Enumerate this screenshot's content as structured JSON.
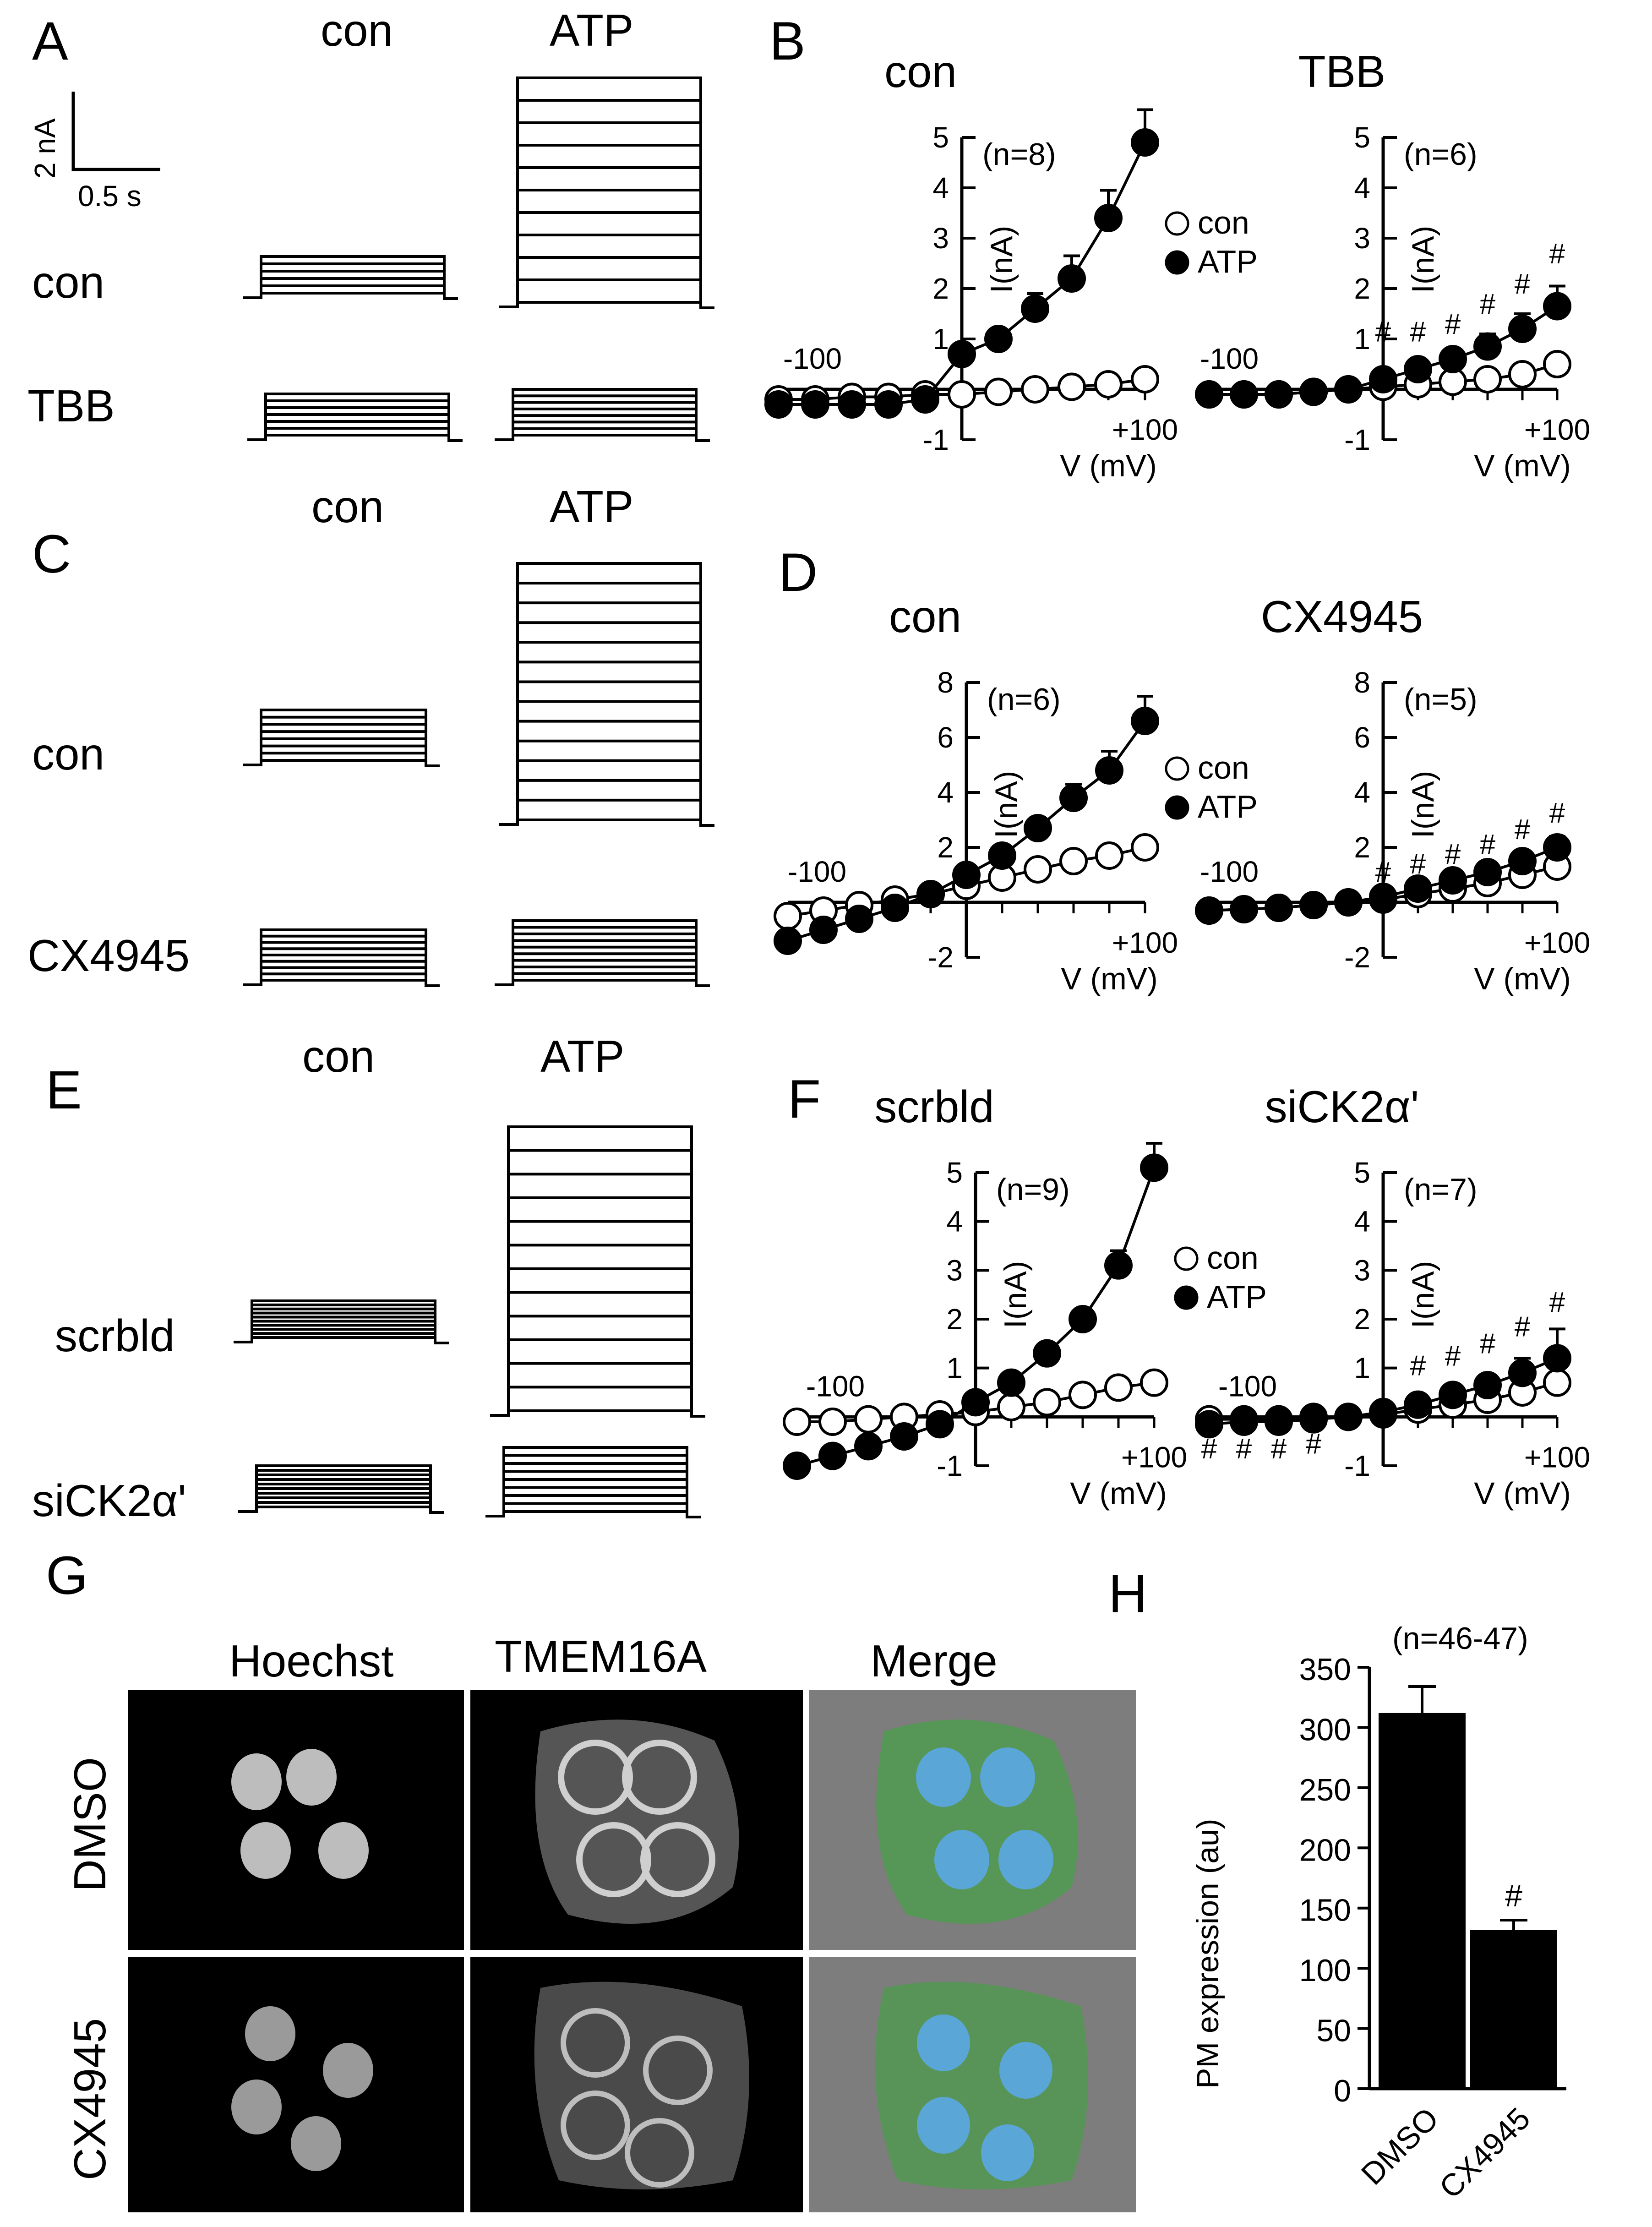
{
  "panel_labels": {
    "A": "A",
    "B": "B",
    "C": "C",
    "D": "D",
    "E": "E",
    "F": "F",
    "G": "G",
    "H": "H"
  },
  "traces": {
    "scale_current": "2 nA",
    "scale_time": "0.5 s",
    "A": {
      "col_con": "con",
      "col_atp": "ATP",
      "row1": "con",
      "row2": "TBB"
    },
    "C": {
      "col_con": "con",
      "col_atp": "ATP",
      "row1": "con",
      "row2": "CX4945"
    },
    "E": {
      "col_con": "con",
      "col_atp": "ATP",
      "row1": "scrbld",
      "row2": "siCK2α'"
    }
  },
  "micrographs": {
    "columns": [
      "Hoechst",
      "TMEM16A",
      "Merge"
    ],
    "rows": [
      "DMSO",
      "CX4945"
    ]
  },
  "chart_data": [
    {
      "id": "B-left",
      "type": "line",
      "title": "con",
      "n_label": "(n=8)",
      "xlabel": "V (mV)",
      "ylabel": "I(nA)",
      "ylim": [
        -1,
        5
      ],
      "yticks": [
        -1,
        0,
        1,
        2,
        3,
        4,
        5
      ],
      "ytick_labels": [
        "-1",
        "",
        "1",
        "2",
        "3",
        "4",
        "5"
      ],
      "x_label_left": "-100",
      "x_label_right": "+100",
      "x": [
        -100,
        -80,
        -60,
        -40,
        -20,
        0,
        20,
        40,
        60,
        80,
        100
      ],
      "series": [
        {
          "name": "con",
          "values": [
            -0.2,
            -0.2,
            -0.15,
            -0.15,
            -0.1,
            -0.1,
            -0.05,
            0,
            0.05,
            0.1,
            0.2
          ],
          "filled": false
        },
        {
          "name": "ATP",
          "values": [
            -0.3,
            -0.3,
            -0.3,
            -0.3,
            -0.2,
            0.7,
            1.0,
            1.6,
            2.2,
            3.4,
            4.9
          ],
          "filled": true,
          "errors": [
            0,
            0,
            0,
            0,
            0,
            0.15,
            0.15,
            0.3,
            0.45,
            0.55,
            0.65
          ]
        }
      ],
      "legend": [
        "con",
        "ATP"
      ],
      "legend_position": "right",
      "hash_marks": []
    },
    {
      "id": "B-right",
      "type": "line",
      "title": "TBB",
      "n_label": "(n=6)",
      "xlabel": "V (mV)",
      "ylabel": "I(nA)",
      "ylim": [
        -1,
        5
      ],
      "yticks": [
        -1,
        0,
        1,
        2,
        3,
        4,
        5
      ],
      "ytick_labels": [
        "-1",
        "",
        "1",
        "2",
        "3",
        "4",
        "5"
      ],
      "x_label_left": "-100",
      "x_label_right": "+100",
      "x": [
        -100,
        -80,
        -60,
        -40,
        -20,
        0,
        20,
        40,
        60,
        80,
        100
      ],
      "series": [
        {
          "name": "con",
          "values": [
            -0.1,
            -0.1,
            -0.1,
            -0.05,
            0,
            0.05,
            0.1,
            0.15,
            0.2,
            0.3,
            0.5
          ],
          "filled": false
        },
        {
          "name": "ATP",
          "values": [
            -0.1,
            -0.1,
            -0.1,
            -0.05,
            0,
            0.2,
            0.4,
            0.6,
            0.85,
            1.2,
            1.65
          ],
          "filled": true,
          "errors": [
            0,
            0,
            0,
            0,
            0,
            0.1,
            0.15,
            0.2,
            0.25,
            0.3,
            0.4
          ]
        }
      ],
      "legend": [],
      "hash_marks": [
        {
          "x": 0,
          "y": 0.95,
          "label": "#"
        },
        {
          "x": 20,
          "y": 0.95,
          "label": "#"
        },
        {
          "x": 40,
          "y": 1.1,
          "label": "#"
        },
        {
          "x": 60,
          "y": 1.5,
          "label": "#"
        },
        {
          "x": 80,
          "y": 1.9,
          "label": "#"
        },
        {
          "x": 100,
          "y": 2.5,
          "label": "#"
        }
      ]
    },
    {
      "id": "D-left",
      "type": "line",
      "title": "con",
      "n_label": "(n=6)",
      "xlabel": "V (mV)",
      "ylabel": "I(nA)",
      "ylim": [
        -2,
        8
      ],
      "yticks": [
        -2,
        0,
        2,
        4,
        6,
        8
      ],
      "ytick_labels": [
        "-2",
        "",
        "2",
        "4",
        "6",
        "8"
      ],
      "x_label_left": "-100",
      "x_label_right": "+100",
      "x": [
        -100,
        -80,
        -60,
        -40,
        -20,
        0,
        20,
        40,
        60,
        80,
        100
      ],
      "series": [
        {
          "name": "con",
          "values": [
            -0.5,
            -0.3,
            -0.1,
            0.1,
            0.3,
            0.6,
            0.9,
            1.2,
            1.5,
            1.7,
            2.0
          ],
          "filled": false
        },
        {
          "name": "ATP",
          "values": [
            -1.4,
            -1.0,
            -0.6,
            -0.2,
            0.3,
            1.0,
            1.7,
            2.7,
            3.8,
            4.8,
            6.6
          ],
          "filled": true,
          "errors": [
            0,
            0,
            0,
            0,
            0,
            0,
            0.2,
            0.4,
            0.5,
            0.7,
            0.9
          ]
        }
      ],
      "legend": [
        "con",
        "ATP"
      ],
      "legend_position": "right",
      "hash_marks": []
    },
    {
      "id": "D-right",
      "type": "line",
      "title": "CX4945",
      "n_label": "(n=5)",
      "xlabel": "V (mV)",
      "ylabel": "I(nA)",
      "ylim": [
        -2,
        8
      ],
      "yticks": [
        -2,
        0,
        2,
        4,
        6,
        8
      ],
      "ytick_labels": [
        "-2",
        "",
        "2",
        "4",
        "6",
        "8"
      ],
      "x_label_left": "-100",
      "x_label_right": "+100",
      "x": [
        -100,
        -80,
        -60,
        -40,
        -20,
        0,
        20,
        40,
        60,
        80,
        100
      ],
      "series": [
        {
          "name": "con",
          "values": [
            -0.3,
            -0.25,
            -0.2,
            -0.1,
            0,
            0.1,
            0.3,
            0.5,
            0.7,
            1.0,
            1.3
          ],
          "filled": false
        },
        {
          "name": "ATP",
          "values": [
            -0.3,
            -0.25,
            -0.2,
            -0.1,
            0,
            0.2,
            0.5,
            0.8,
            1.1,
            1.5,
            2.0
          ],
          "filled": true,
          "errors": [
            0,
            0,
            0,
            0,
            0,
            0.1,
            0.15,
            0.2,
            0.25,
            0.3,
            0.4
          ]
        }
      ],
      "legend": [],
      "hash_marks": [
        {
          "x": 0,
          "y": 0.75,
          "label": "#"
        },
        {
          "x": 20,
          "y": 1.05,
          "label": "#"
        },
        {
          "x": 40,
          "y": 1.4,
          "label": "#"
        },
        {
          "x": 60,
          "y": 1.75,
          "label": "#"
        },
        {
          "x": 80,
          "y": 2.3,
          "label": "#"
        },
        {
          "x": 100,
          "y": 2.9,
          "label": "#"
        }
      ]
    },
    {
      "id": "F-left",
      "type": "line",
      "title": "scrbld",
      "n_label": "(n=9)",
      "xlabel": "V (mV)",
      "ylabel": "I(nA)",
      "ylim": [
        -1,
        5
      ],
      "yticks": [
        -1,
        0,
        1,
        2,
        3,
        4,
        5
      ],
      "ytick_labels": [
        "-1",
        "",
        "1",
        "2",
        "3",
        "4",
        "5"
      ],
      "x_label_left": "-100",
      "x_label_right": "+100",
      "x": [
        -100,
        -80,
        -60,
        -40,
        -20,
        0,
        20,
        40,
        60,
        80,
        100
      ],
      "series": [
        {
          "name": "con",
          "values": [
            -0.1,
            -0.1,
            -0.05,
            0,
            0.05,
            0.1,
            0.2,
            0.3,
            0.45,
            0.6,
            0.7
          ],
          "filled": false
        },
        {
          "name": "ATP",
          "values": [
            -1.0,
            -0.8,
            -0.6,
            -0.4,
            -0.15,
            0.3,
            0.7,
            1.3,
            2.0,
            3.1,
            5.1
          ],
          "filled": true,
          "errors": [
            0,
            0,
            0,
            0,
            0,
            0,
            0.1,
            0.15,
            0.2,
            0.3,
            0.5
          ]
        }
      ],
      "legend": [
        "con",
        "ATP"
      ],
      "legend_position": "right",
      "hash_marks": []
    },
    {
      "id": "F-right",
      "type": "line",
      "title": "siCK2α'",
      "n_label": "(n=7)",
      "xlabel": "V (mV)",
      "ylabel": "I(nA)",
      "ylim": [
        -1,
        5
      ],
      "yticks": [
        -1,
        0,
        1,
        2,
        3,
        4,
        5
      ],
      "ytick_labels": [
        "-1",
        "",
        "1",
        "2",
        "3",
        "4",
        "5"
      ],
      "x_label_left": "-100",
      "x_label_right": "+100",
      "x": [
        -100,
        -80,
        -60,
        -40,
        -20,
        0,
        20,
        40,
        60,
        80,
        100
      ],
      "series": [
        {
          "name": "con",
          "values": [
            -0.05,
            -0.05,
            -0.05,
            0,
            0,
            0.05,
            0.15,
            0.25,
            0.35,
            0.5,
            0.7
          ],
          "filled": false
        },
        {
          "name": "ATP",
          "values": [
            -0.15,
            -0.1,
            -0.1,
            -0.05,
            0,
            0.1,
            0.25,
            0.45,
            0.65,
            0.9,
            1.2
          ],
          "filled": true,
          "errors": [
            0,
            0,
            0,
            0,
            0,
            0,
            0.1,
            0.15,
            0.2,
            0.3,
            0.6
          ]
        }
      ],
      "legend": [],
      "hash_marks": [
        {
          "x": -100,
          "y": -0.85,
          "label": "#"
        },
        {
          "x": -80,
          "y": -0.85,
          "label": "#"
        },
        {
          "x": -60,
          "y": -0.85,
          "label": "#"
        },
        {
          "x": -40,
          "y": -0.75,
          "label": "#"
        },
        {
          "x": 20,
          "y": 0.85,
          "label": "#"
        },
        {
          "x": 40,
          "y": 1.05,
          "label": "#"
        },
        {
          "x": 60,
          "y": 1.3,
          "label": "#"
        },
        {
          "x": 80,
          "y": 1.65,
          "label": "#"
        },
        {
          "x": 100,
          "y": 2.15,
          "label": "#"
        }
      ]
    },
    {
      "id": "H",
      "type": "bar",
      "n_label": "(n=46-47)",
      "categories": [
        "DMSO",
        "CX4945"
      ],
      "values": [
        312,
        132
      ],
      "errors": [
        22,
        8
      ],
      "ylabel": "PM expression (au)",
      "ylim": [
        0,
        350
      ],
      "yticks": [
        0,
        50,
        100,
        150,
        200,
        250,
        300,
        350
      ],
      "hash_marks": [
        {
          "category": "CX4945",
          "label": "#"
        }
      ]
    }
  ]
}
